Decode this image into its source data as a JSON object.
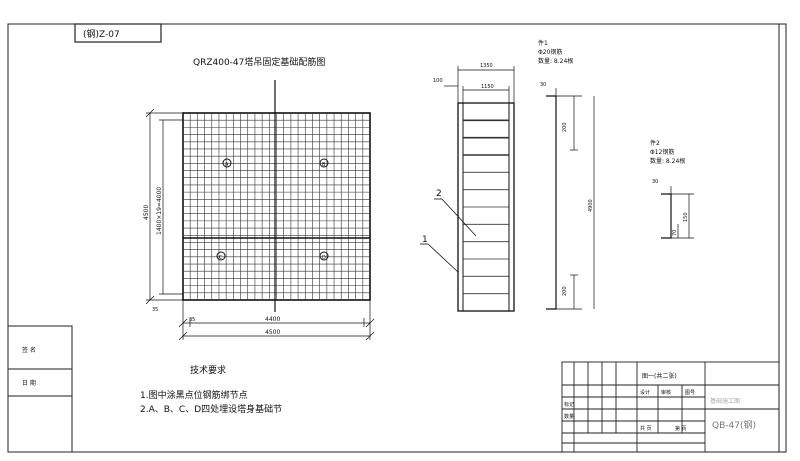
{
  "drawing": {
    "code_box": "(钢)Z-07",
    "title": "QRZ400-47塔吊固定基础配筋图",
    "grid_dims": {
      "left_outer": "4500",
      "left_inner": "1400×19=4000",
      "bottom_small": "35",
      "bottom_inner": "4400",
      "bottom_outer": "4500"
    },
    "markers": [
      "A",
      "B",
      "C",
      "D"
    ],
    "section": {
      "top_outer": "1350",
      "top_inner": "1150",
      "side_offset": "100",
      "label_1": "1",
      "label_2": "2"
    },
    "part1": {
      "title": "件1",
      "spec": "Φ20钢筋",
      "qty": "数量: 8.24根",
      "dims": [
        "30",
        "200",
        "4900",
        "200"
      ]
    },
    "part2": {
      "title": "件2",
      "spec": "Φ12钢筋",
      "qty": "数量: 8.24根",
      "dims": [
        "30",
        "150",
        "70"
      ]
    },
    "tech_req": {
      "heading": "技术要求",
      "items": [
        "1.图中涂黑点位钢筋绑节点",
        "2.A、B、C、D四处埋设塔身基础节"
      ]
    },
    "left_panel": {
      "row1": "签 名",
      "row2": "日 期"
    },
    "title_block": {
      "sheet": "图一(共二张)",
      "faded": "基础施工图",
      "code": "QB-47(钢)",
      "row_labels": [
        "设计",
        "审核",
        "图号",
        "标记",
        "数量"
      ],
      "bottom_labels": [
        "共 页",
        "第 页"
      ]
    }
  }
}
